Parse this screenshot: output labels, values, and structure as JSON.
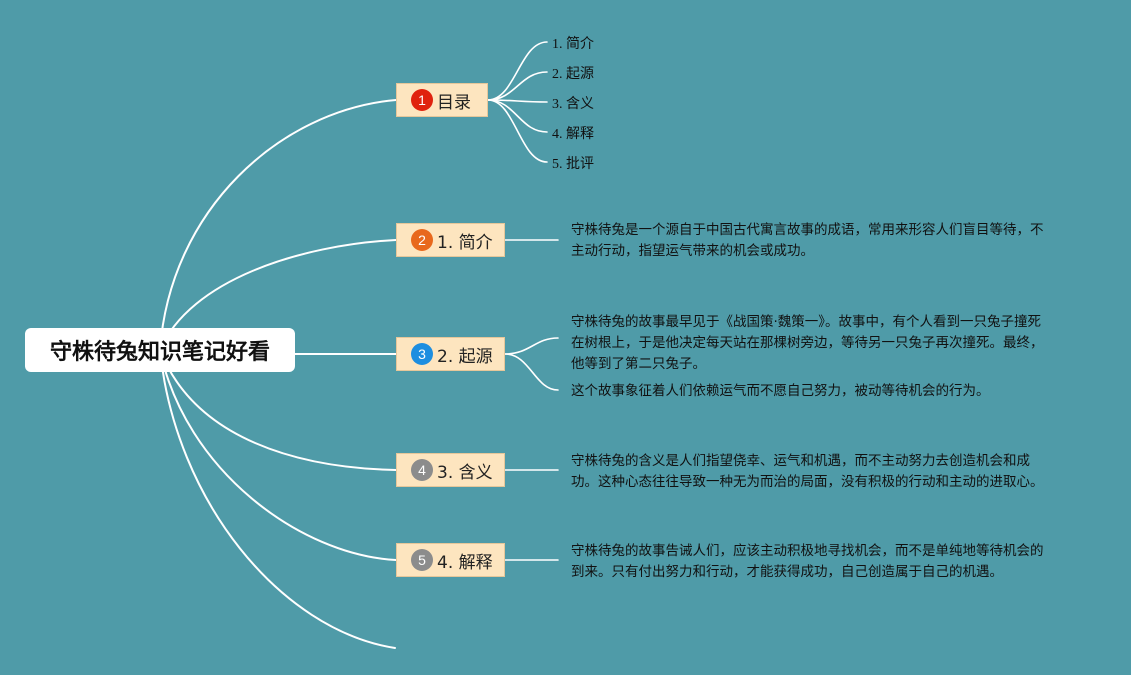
{
  "root": {
    "title": "守株待兔知识笔记好看"
  },
  "colors": {
    "background": "#4f9ba8",
    "topic_fill": "#fde5bf",
    "badge_red": "#e0220e",
    "badge_orange": "#e8681c",
    "badge_blue": "#1d8ee0",
    "badge_gray": "#8c8c8c"
  },
  "topics": [
    {
      "badge": "1",
      "label": "目录"
    },
    {
      "badge": "2",
      "label": "1. 简介"
    },
    {
      "badge": "3",
      "label": "2. 起源"
    },
    {
      "badge": "4",
      "label": "3. 含义"
    },
    {
      "badge": "5",
      "label": "4. 解释"
    }
  ],
  "toc": [
    "1. 简介",
    "2. 起源",
    "3. 含义",
    "4. 解释",
    "5. 批评"
  ],
  "notes": {
    "intro": "守株待兔是一个源自于中国古代寓言故事的成语，常用来形容人们盲目等待，不\n主动行动，指望运气带来的机会或成功。",
    "origin_story": "守株待兔的故事最早见于《战国策·魏策一》。故事中，有个人看到一只兔子撞死\n在树根上，于是他决定每天站在那棵树旁边，等待另一只兔子再次撞死。最终，\n他等到了第二只兔子。",
    "origin_symbol": "这个故事象征着人们依赖运气而不愿自己努力，被动等待机会的行为。",
    "meaning": "守株待兔的含义是人们指望侥幸、运气和机遇，而不主动努力去创造机会和成\n功。这种心态往往导致一种无为而治的局面，没有积极的行动和主动的进取心。",
    "explanation": "守株待兔的故事告诫人们，应该主动积极地寻找机会，而不是单纯地等待机会的\n到来。只有付出努力和行动，才能获得成功，自己创造属于自己的机遇。"
  }
}
